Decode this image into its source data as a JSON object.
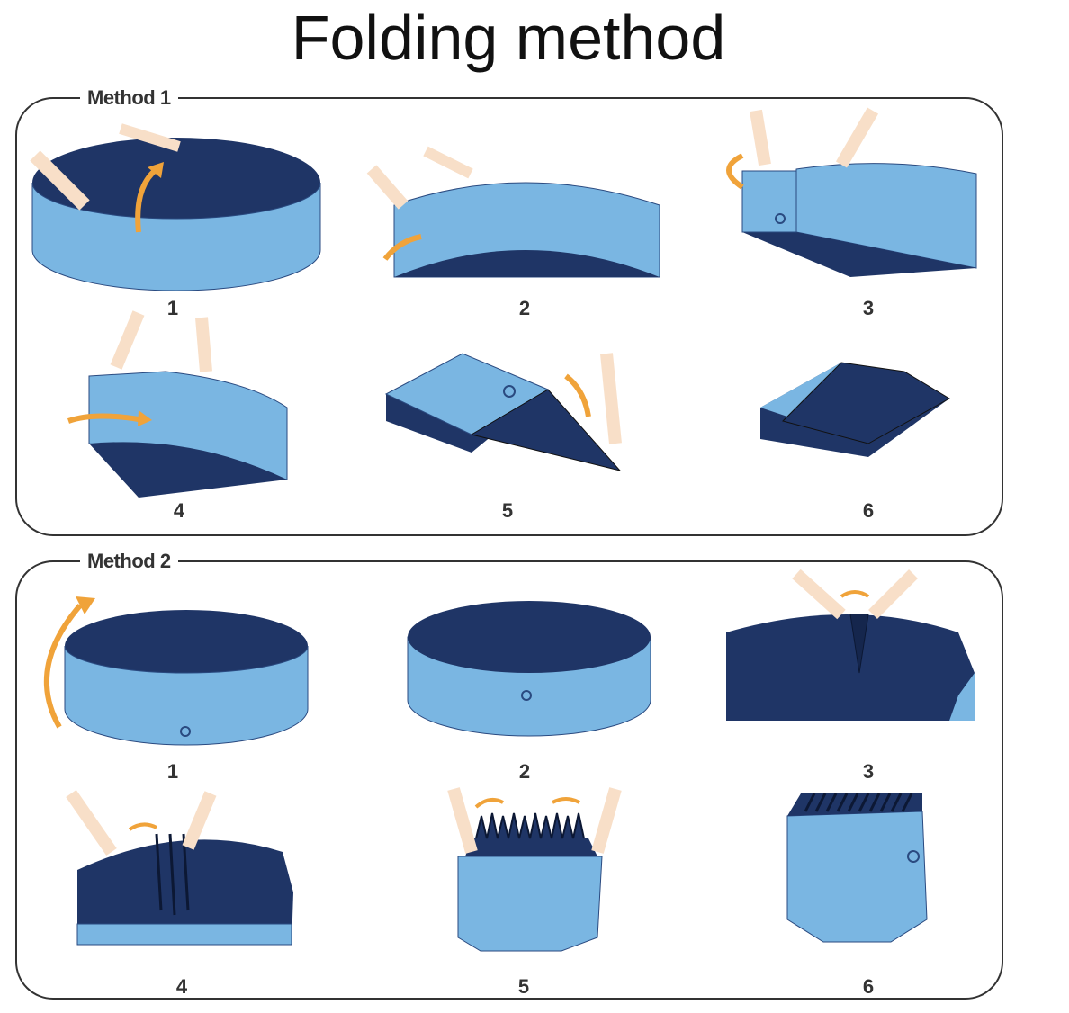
{
  "title": "Folding method",
  "colors": {
    "navy": "#1f3566",
    "light_blue": "#7ab6e2",
    "orange": "#f0a33a",
    "skin": "#f8dfc8"
  },
  "methods": [
    {
      "label": "Method 1",
      "steps": [
        "1",
        "2",
        "3",
        "4",
        "5",
        "6"
      ]
    },
    {
      "label": "Method 2",
      "steps": [
        "1",
        "2",
        "3",
        "4",
        "5",
        "6"
      ]
    }
  ]
}
